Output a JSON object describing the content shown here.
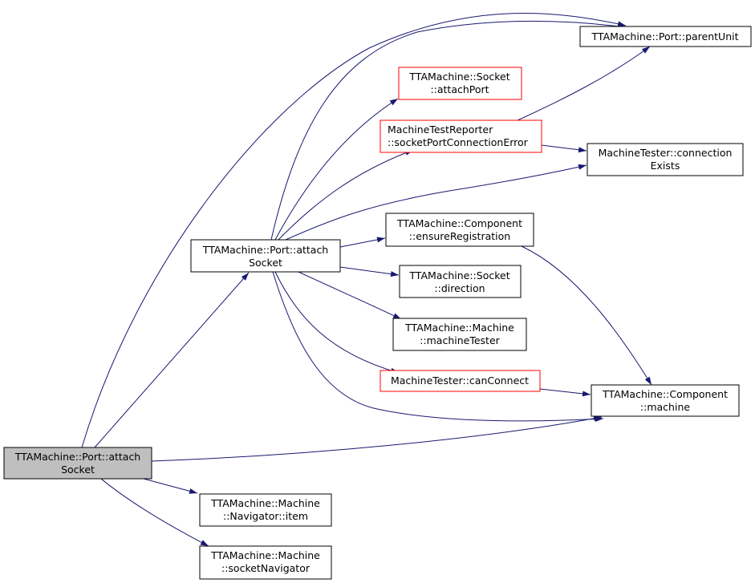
{
  "colors": {
    "edge": "#191970",
    "node_border": "#000000",
    "node_border_truncated": "#ff0000",
    "node_fill": "#ffffff",
    "root_fill": "#bfbfbf"
  },
  "nodes": {
    "root": {
      "lines": [
        "TTAMachine::Port::attach",
        "Socket"
      ],
      "style": "root"
    },
    "attach2": {
      "lines": [
        "TTAMachine::Port::attach",
        "Socket"
      ],
      "style": "normal"
    },
    "parentUnit": {
      "lines": [
        "TTAMachine::Port::parentUnit"
      ],
      "style": "normal"
    },
    "socketAttachPort": {
      "lines": [
        "TTAMachine::Socket",
        "::attachPort"
      ],
      "style": "truncated"
    },
    "reporter": {
      "lines": [
        "MachineTestReporter",
        "::socketPortConnectionError"
      ],
      "style": "truncated"
    },
    "connExists": {
      "lines": [
        "MachineTester::connection",
        "Exists"
      ],
      "style": "normal"
    },
    "ensureReg": {
      "lines": [
        "TTAMachine::Component",
        "::ensureRegistration"
      ],
      "style": "normal"
    },
    "direction": {
      "lines": [
        "TTAMachine::Socket",
        "::direction"
      ],
      "style": "normal"
    },
    "machineTester": {
      "lines": [
        "TTAMachine::Machine",
        "::machineTester"
      ],
      "style": "normal"
    },
    "canConnect": {
      "lines": [
        "MachineTester::canConnect"
      ],
      "style": "truncated"
    },
    "compMachine": {
      "lines": [
        "TTAMachine::Component",
        "::machine"
      ],
      "style": "normal"
    },
    "navItem": {
      "lines": [
        "TTAMachine::Machine",
        "::Navigator::item"
      ],
      "style": "normal"
    },
    "socketNav": {
      "lines": [
        "TTAMachine::Machine",
        "::socketNavigator"
      ],
      "style": "normal"
    }
  }
}
